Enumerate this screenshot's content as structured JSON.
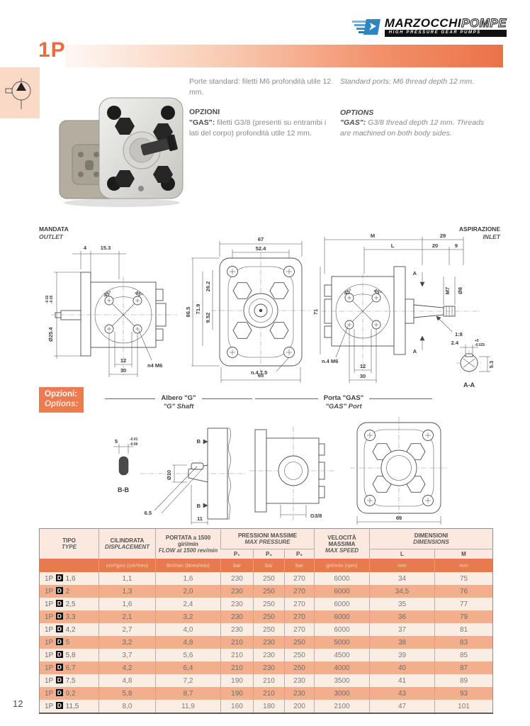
{
  "page": {
    "number": "12"
  },
  "colors": {
    "accent_orange": "#ec7248",
    "stripe_row": "#f3af8b",
    "units_bg": "#e87b4d",
    "header_bg": "#fbe9e0",
    "side_tab": "#fad9c7",
    "title_red": "#ec6b3f"
  },
  "logo": {
    "brand_bold": "MARZOCCHI",
    "brand_light": "POMPE",
    "tagline": "HIGH PRESSURE GEAR PUMPS"
  },
  "header": {
    "series": "1P"
  },
  "intro": {
    "it": {
      "ports": "Porte standard: filetti M6 profondità utile 12 mm.",
      "options_title": "OPZIONI",
      "gas_bold": "\"GAS\":",
      "gas_rest": " filetti G3/8 (presenti su entrambi i lati del corpo) profondità utile 12 mm."
    },
    "en": {
      "ports": "Standard ports: M6 thread depth 12 mm.",
      "options_title": "OPTIONS",
      "gas_bold": "\"GAS\":",
      "gas_rest": " G3/8 thread depth 12 mm. Threads are machined on both body sides."
    }
  },
  "drawings": {
    "outlet": {
      "label_it": "MANDATA",
      "label_en": "OUTLET",
      "d4": "4",
      "d15_3": "15.3",
      "a45a": "45°",
      "a45b": "45°",
      "dia": "Ø25.4",
      "tol_a": "-0.02",
      "tol_b": "-0.05",
      "d12": "12",
      "d30": "30",
      "n4m6": "n4 M6"
    },
    "front": {
      "d67": "67",
      "d52_4": "52.4",
      "d86_5": "86.5",
      "d71_9": "71.9",
      "d26_2": "26.2",
      "d9_52": "9.52",
      "n4_75": "n.4 7.5",
      "d65": "65"
    },
    "inlet": {
      "label_it": "ASPIRAZIONE",
      "label_en": "INLET",
      "dM": "M",
      "d29": "29",
      "dL": "L",
      "d20": "20",
      "d9": "9",
      "d71": "71",
      "a45a": "45°",
      "a45b": "45°",
      "m7": "M7",
      "dia8": "Ø8",
      "taper": "1:8",
      "n4m6": "n.4 M6",
      "d12": "12",
      "d30": "30",
      "sectA1": "A",
      "sectA2": "A",
      "aa": "A-A",
      "d2_4": "2.4",
      "tol_a": "+0",
      "tol_b": "-0.025",
      "d5_3": "5.3"
    }
  },
  "options": {
    "badge_it": "Opzioni:",
    "badge_en": "Options:",
    "g_shaft": {
      "title_it": "Albero \"G\"",
      "title_en": "\"G\" Shaft",
      "d5": "5",
      "tol_a": "-0.01",
      "tol_b": "-0.06",
      "dia10": "Ø10",
      "bb": "B-B",
      "b1": "B",
      "b2": "B",
      "d6_5": "6.5",
      "d11": "11"
    },
    "gas_port": {
      "title_it": "Porta \"GAS\"",
      "title_en": "\"GAS\" Port",
      "g38": "G3/8",
      "d69": "69"
    }
  },
  "table": {
    "head": {
      "type_it": "TIPO",
      "type_en": "TYPE",
      "disp_it": "CILINDRATA",
      "disp_en": "DISPLACEMENT",
      "flow_it": "PORTATA a 1500 giri/min",
      "flow_en": "FLOW at 1500 rev/min",
      "press_it": "PRESSIONI MASSIME",
      "press_en": "MAX PRESSURE",
      "speed_it": "VELOCITÀ MASSIMA",
      "speed_en": "MAX SPEED",
      "dim_it": "DIMENSIONI",
      "dim_en": "DIMENSIONS",
      "p1": "P₁",
      "p2": "P₂",
      "p3": "P₃",
      "l": "L",
      "m": "M"
    },
    "units": [
      "",
      "cm³/giro (cm³/rev)",
      "litri/min (litres/min)",
      "bar",
      "bar",
      "bar",
      "giri/min (rpm)",
      "mm",
      "mm"
    ],
    "type_prefix": "1P",
    "type_d": "D",
    "rows": [
      {
        "size": "1,6",
        "disp": "1,1",
        "flow": "1,6",
        "p1": "230",
        "p2": "250",
        "p3": "270",
        "speed": "6000",
        "l": "34",
        "m": "75"
      },
      {
        "size": "2",
        "disp": "1,3",
        "flow": "2,0",
        "p1": "230",
        "p2": "250",
        "p3": "270",
        "speed": "6000",
        "l": "34,5",
        "m": "76"
      },
      {
        "size": "2,5",
        "disp": "1,6",
        "flow": "2,4",
        "p1": "230",
        "p2": "250",
        "p3": "270",
        "speed": "6000",
        "l": "35",
        "m": "77"
      },
      {
        "size": "3,3",
        "disp": "2,1",
        "flow": "3,2",
        "p1": "230",
        "p2": "250",
        "p3": "270",
        "speed": "6000",
        "l": "36",
        "m": "79"
      },
      {
        "size": "4,2",
        "disp": "2,7",
        "flow": "4,0",
        "p1": "230",
        "p2": "250",
        "p3": "270",
        "speed": "6000",
        "l": "37",
        "m": "81"
      },
      {
        "size": "5",
        "disp": "3,2",
        "flow": "4,8",
        "p1": "210",
        "p2": "230",
        "p3": "250",
        "speed": "5000",
        "l": "38",
        "m": "83"
      },
      {
        "size": "5,8",
        "disp": "3,7",
        "flow": "5,6",
        "p1": "210",
        "p2": "230",
        "p3": "250",
        "speed": "4500",
        "l": "39",
        "m": "85"
      },
      {
        "size": "6,7",
        "disp": "4,2",
        "flow": "6,4",
        "p1": "210",
        "p2": "230",
        "p3": "250",
        "speed": "4000",
        "l": "40",
        "m": "87"
      },
      {
        "size": "7,5",
        "disp": "4,8",
        "flow": "7,2",
        "p1": "190",
        "p2": "210",
        "p3": "230",
        "speed": "3500",
        "l": "41",
        "m": "89"
      },
      {
        "size": "9,2",
        "disp": "5,8",
        "flow": "8,7",
        "p1": "190",
        "p2": "210",
        "p3": "230",
        "speed": "3000",
        "l": "43",
        "m": "93"
      },
      {
        "size": "11,5",
        "disp": "8,0",
        "flow": "11,9",
        "p1": "160",
        "p2": "180",
        "p3": "200",
        "speed": "2100",
        "l": "47",
        "m": "101"
      }
    ]
  }
}
